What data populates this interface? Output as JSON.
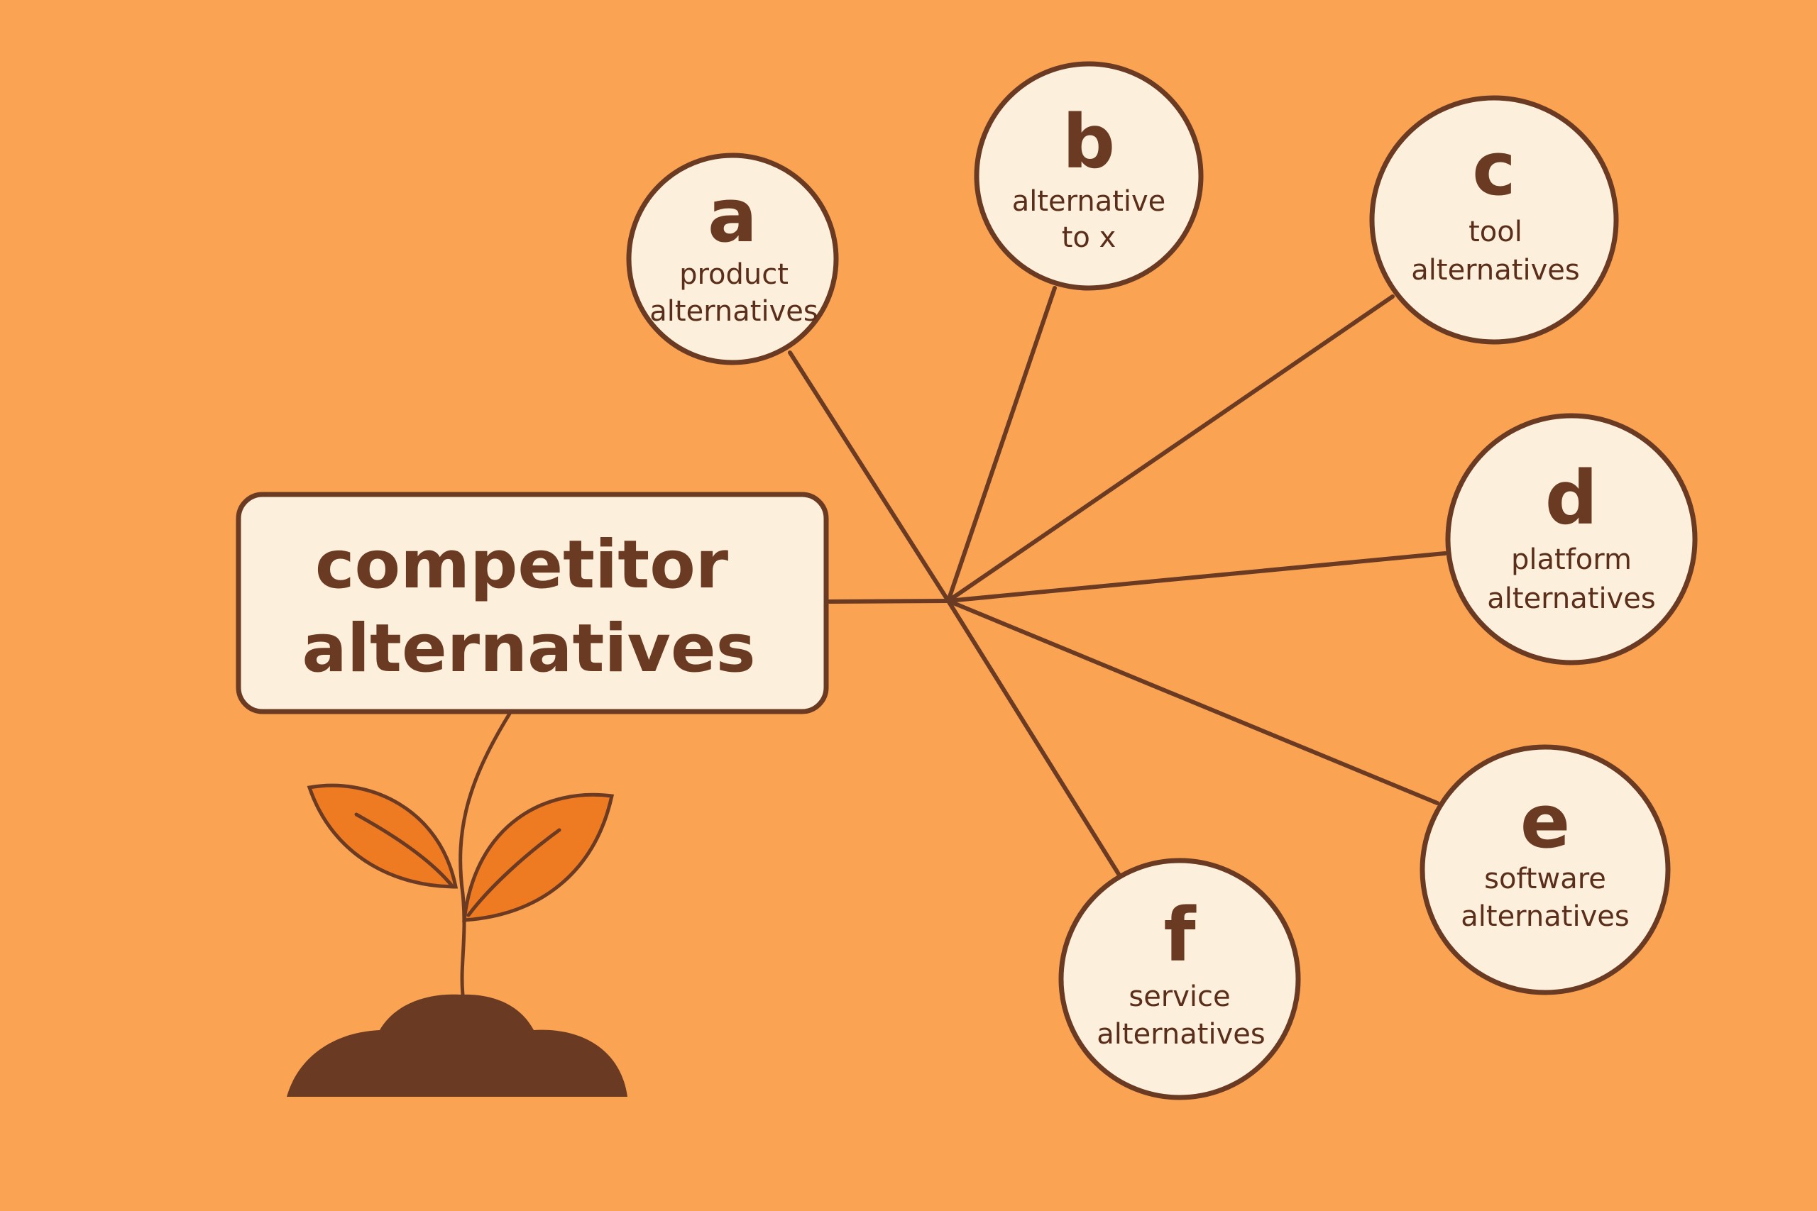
{
  "central": {
    "line1": "competitor",
    "line2": "alternatives"
  },
  "nodes": [
    {
      "letter": "a",
      "line1": "product",
      "line2": "alternatives"
    },
    {
      "letter": "b",
      "line1": "alternative",
      "line2": "to x"
    },
    {
      "letter": "c",
      "line1": "tool",
      "line2": "alternatives"
    },
    {
      "letter": "d",
      "line1": "platform",
      "line2": "alternatives"
    },
    {
      "letter": "e",
      "line1": "software",
      "line2": "alternatives"
    },
    {
      "letter": "f",
      "line1": "service",
      "line2": "alternatives"
    }
  ],
  "colors": {
    "background": "#F9A353",
    "node_fill": "#FCEFDC",
    "outline": "#6B3A22",
    "leaf": "#EE7A22",
    "soil": "#6B3A22"
  },
  "icons": {
    "plant": "sprout-icon"
  }
}
